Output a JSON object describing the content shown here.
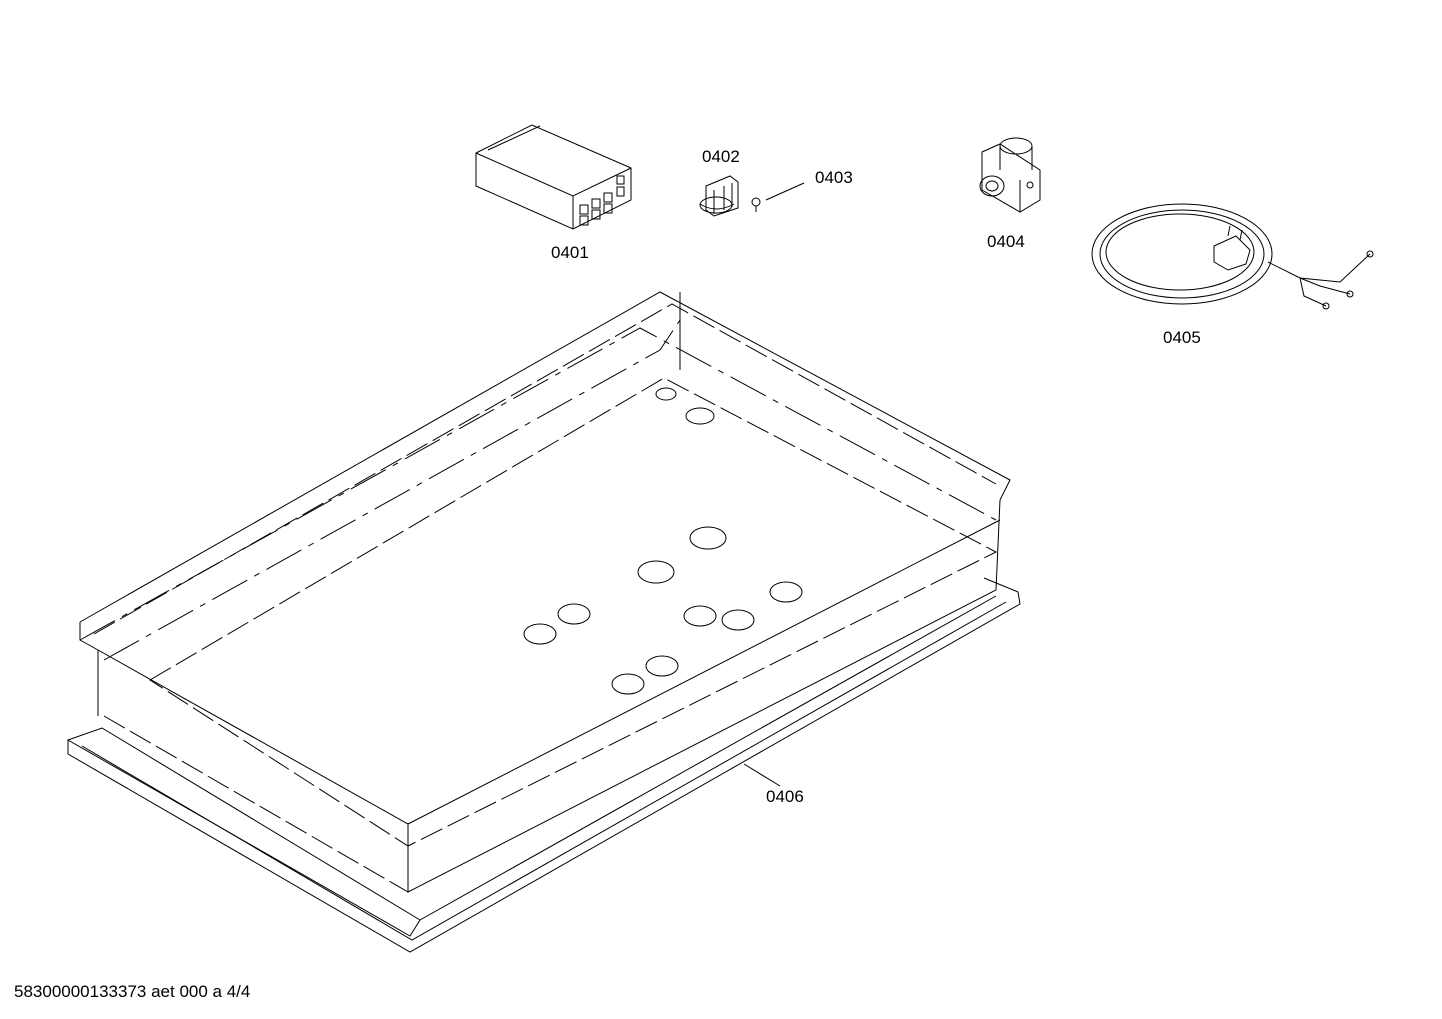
{
  "parts": [
    {
      "id": "0401",
      "icon": "junction-box-icon"
    },
    {
      "id": "0402",
      "icon": "terminal-block-icon"
    },
    {
      "id": "0403",
      "icon": "screw-icon"
    },
    {
      "id": "0404",
      "icon": "gas-valve-icon"
    },
    {
      "id": "0405",
      "icon": "power-cord-icon"
    },
    {
      "id": "0406",
      "icon": "cooktop-tray-icon"
    }
  ],
  "footer": {
    "document_id": "58300000133373 aet 000 a 4/4"
  }
}
